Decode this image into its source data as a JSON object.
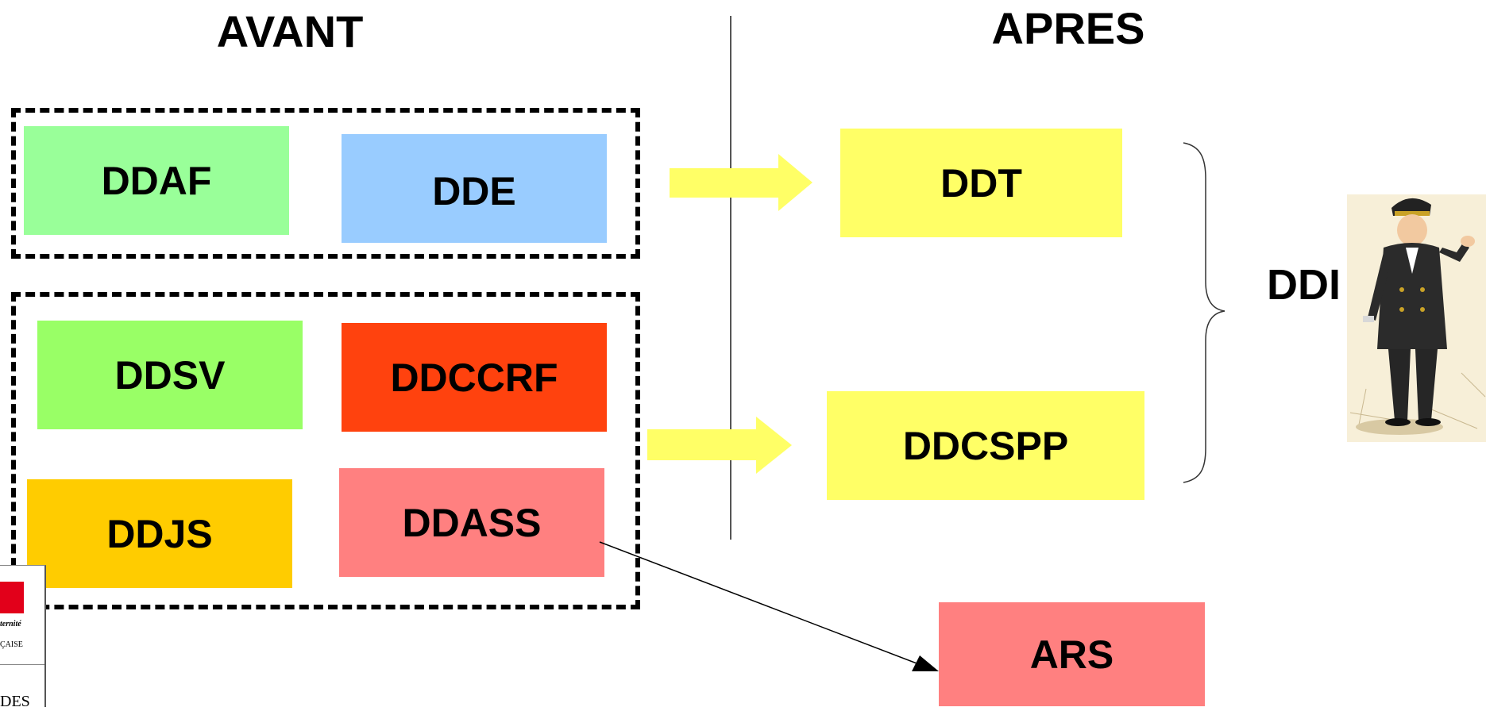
{
  "headings": {
    "before": "AVANT",
    "after": "APRES"
  },
  "before_boxes": {
    "ddaf": {
      "label": "DDAF",
      "color": "#99ff99"
    },
    "dde": {
      "label": "DDE",
      "color": "#99ccff"
    },
    "ddsv": {
      "label": "DDSV",
      "color": "#99ff66"
    },
    "ddccrf": {
      "label": "DDCCRF",
      "color": "#ff420e"
    },
    "ddjs": {
      "label": "DDJS",
      "color": "#ffcc00"
    },
    "ddass": {
      "label": "DDASS",
      "color": "#ff8080"
    }
  },
  "after_boxes": {
    "ddt": {
      "label": "DDT",
      "color": "#ffff66"
    },
    "ddcspp": {
      "label": "DDCSPP",
      "color": "#ffff66"
    },
    "ars": {
      "label": "ARS",
      "color": "#ff8080"
    }
  },
  "group_label": "DDI",
  "corner_logo": {
    "line1": "ternité",
    "line2": "ÇAISE",
    "line3": "DES"
  },
  "colors": {
    "arrow": "#ffff66",
    "accent_red": "#e2001a"
  }
}
